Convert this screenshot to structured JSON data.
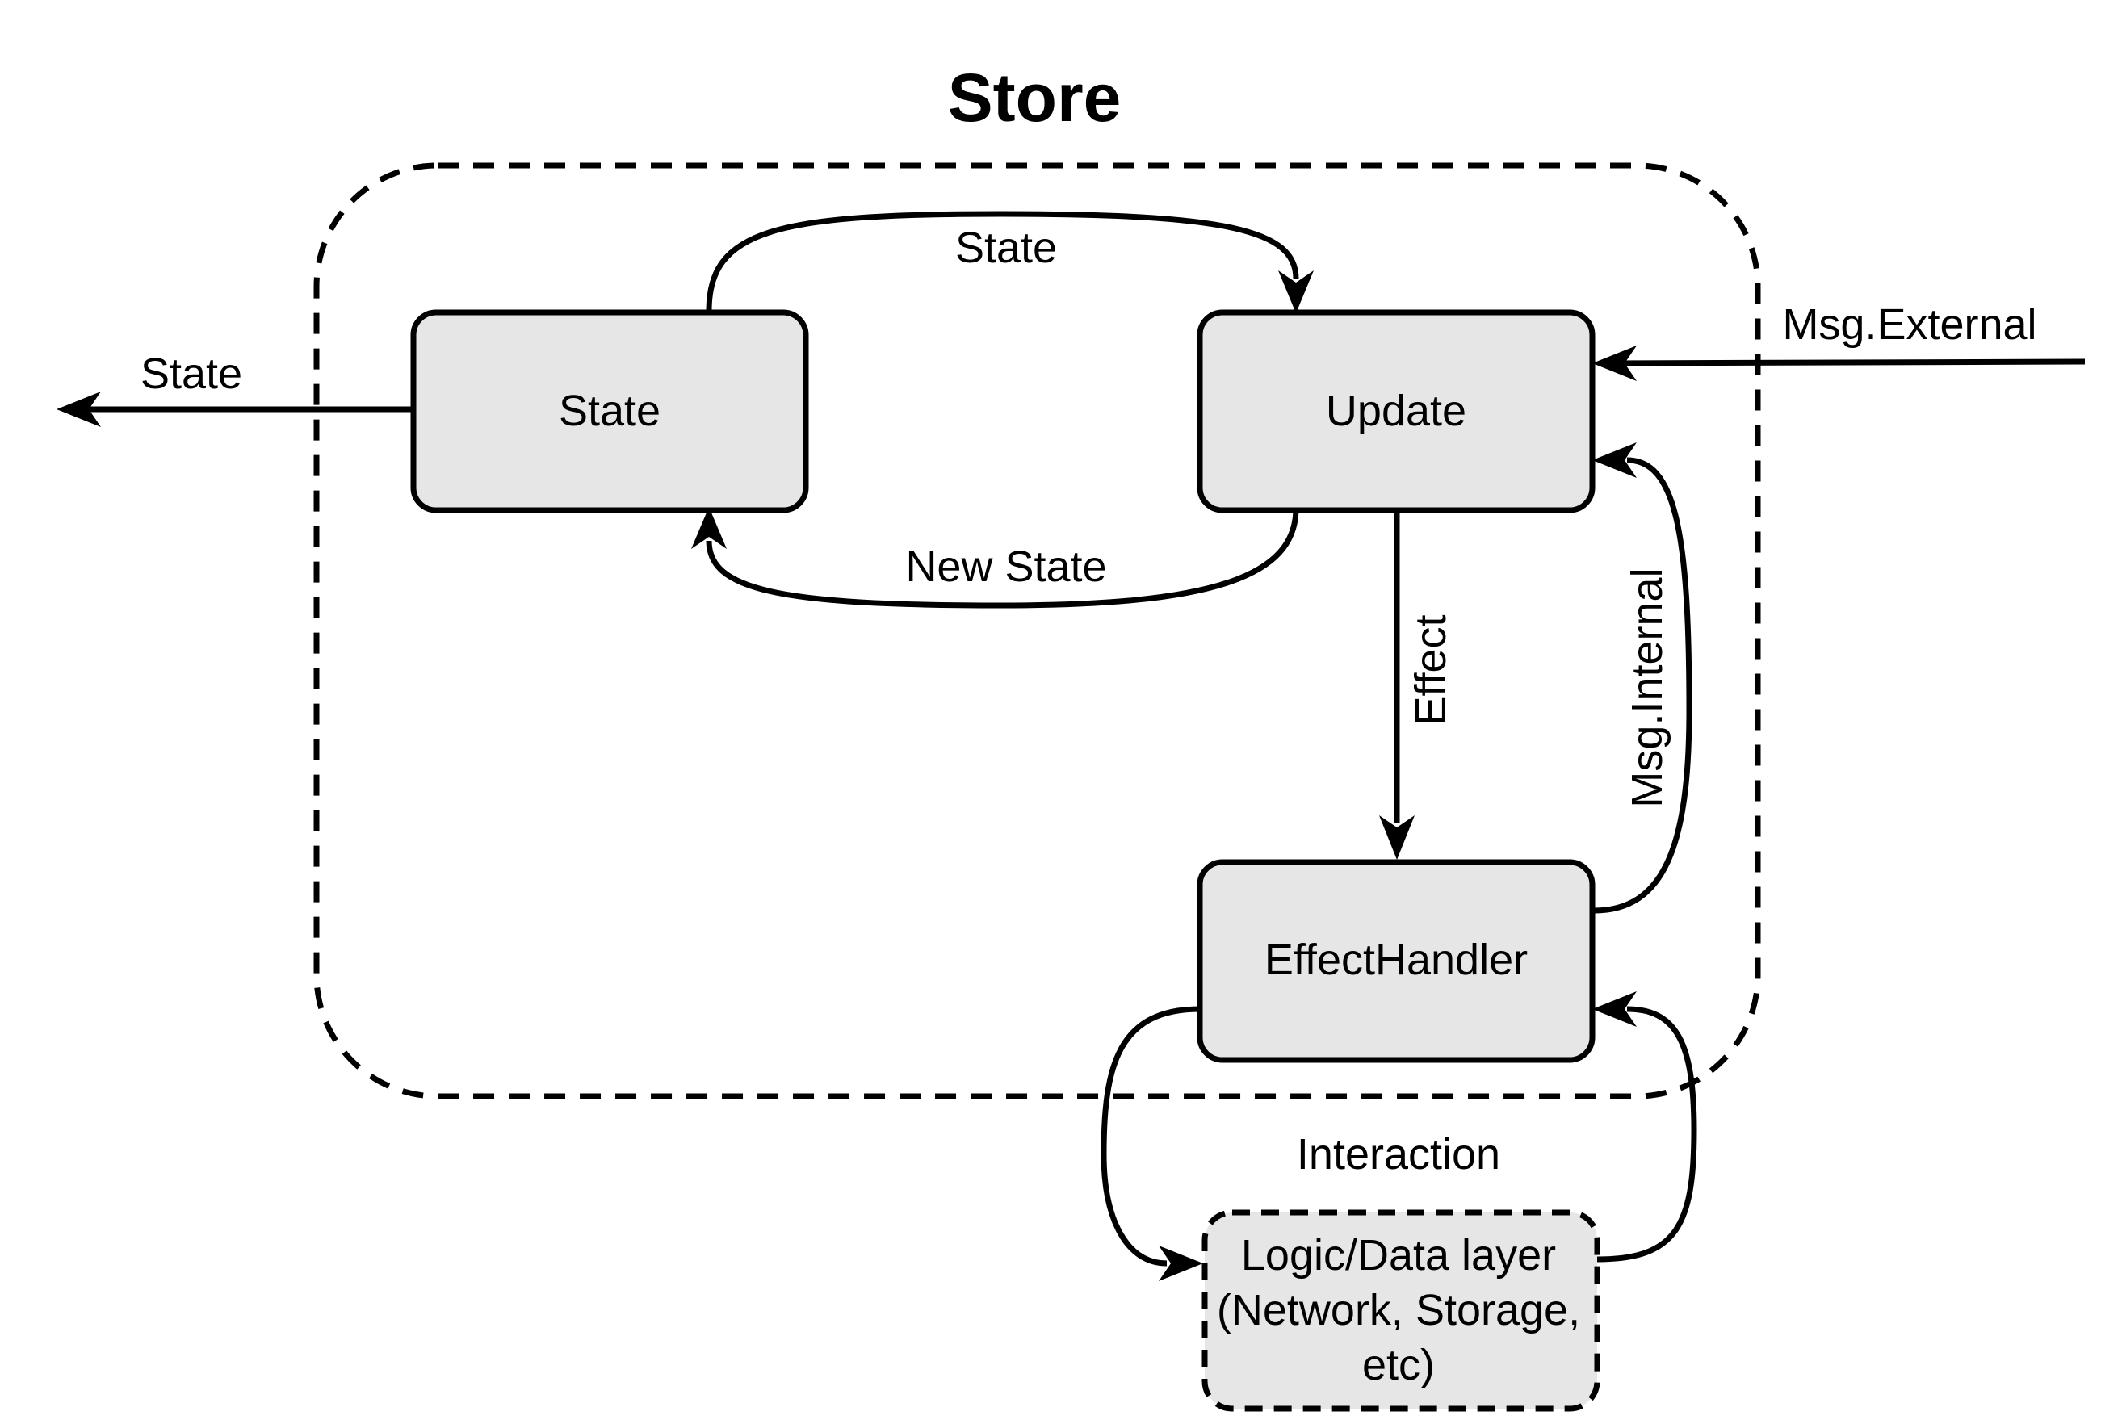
{
  "title": "Store",
  "nodes": {
    "state": "State",
    "update": "Update",
    "effect_handler": "EffectHandler",
    "logic_layer": [
      "Logic/Data layer",
      "(Network, Storage,",
      "etc)"
    ]
  },
  "edges": {
    "state_to_update": "State",
    "update_to_state": "New State",
    "state_output": "State",
    "msg_external": "Msg.External",
    "effect": "Effect",
    "msg_internal": "Msg.Internal",
    "interaction": "Interaction"
  },
  "colors": {
    "node_fill": "#e6e6e6",
    "stroke": "#000000",
    "background": "#ffffff"
  }
}
